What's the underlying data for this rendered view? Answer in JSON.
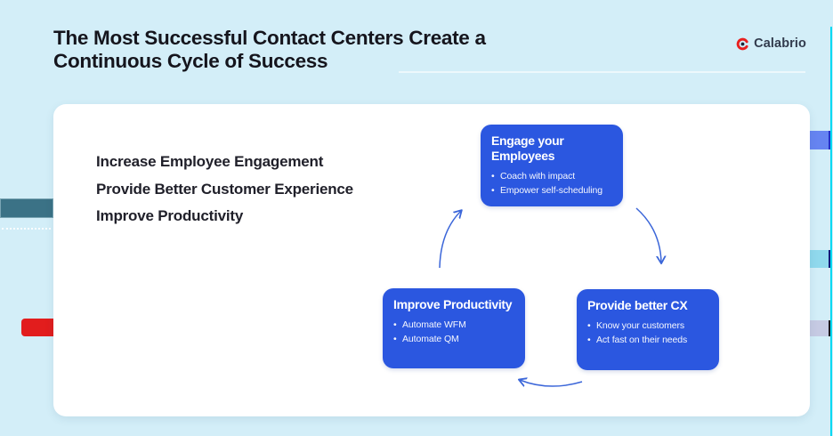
{
  "header": {
    "title_lines": [
      "The Most Successful Contact Centers Create a",
      "Continuous Cycle of Success"
    ],
    "brand": "Calabrio"
  },
  "benefits": [
    "Increase Employee Engagement",
    "Provide Better Customer Experience",
    "Improve Productivity"
  ],
  "cycle": {
    "nodes": [
      {
        "title": "Engage your Employees",
        "bullets": [
          "Coach with impact",
          "Empower self-scheduling"
        ]
      },
      {
        "title": "Provide better CX",
        "bullets": [
          "Know your customers",
          "Act fast on their needs"
        ]
      },
      {
        "title": "Improve Productivity",
        "bullets": [
          "Automate WFM",
          "Automate QM"
        ]
      }
    ]
  },
  "colors": {
    "background": "#d3eef8",
    "card": "#ffffff",
    "title_text": "#15151d",
    "node_blue": "#2b57e0",
    "arrow_blue": "#3b66d9",
    "accent_teal": "#3b7286",
    "accent_red": "#e21d1d",
    "accent_cornflower": "#6684f1",
    "accent_sky": "#90d9ed",
    "accent_lavender": "#c6cae3",
    "edge_line_cyan": "#00d9f2",
    "logo_red": "#e8201f",
    "logo_text": "#323b4d"
  }
}
